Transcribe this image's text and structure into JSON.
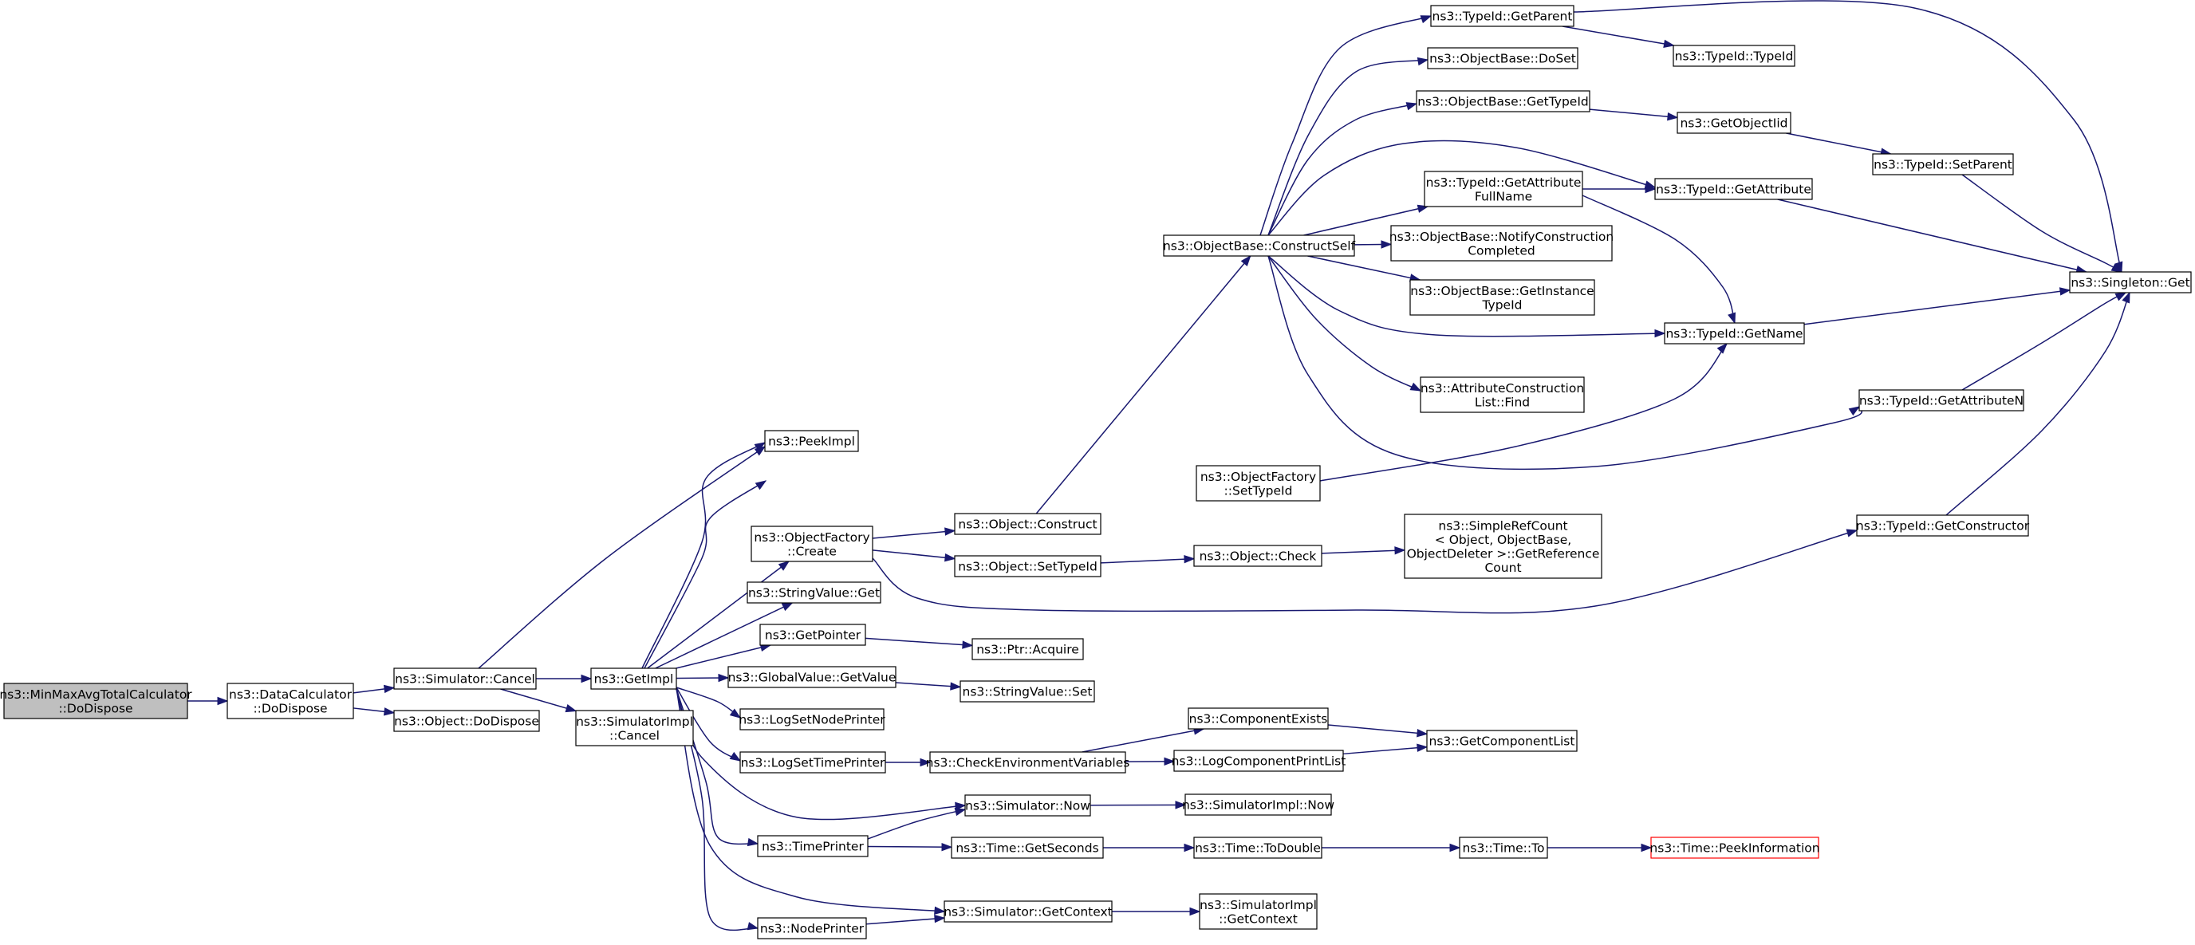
{
  "nodes": {
    "root": [
      "ns3::MinMaxAvgTotalCalculator",
      "::DoDispose"
    ],
    "dc_dodispose": [
      "ns3::DataCalculator",
      "::DoDispose"
    ],
    "sim_cancel": [
      "ns3::Simulator::Cancel"
    ],
    "obj_dodispose": [
      "ns3::Object::DoDispose"
    ],
    "getimpl": [
      "ns3::GetImpl"
    ],
    "simimpl_cancel": [
      "ns3::SimulatorImpl",
      "::Cancel"
    ],
    "peekimpl": [
      "ns3::PeekImpl"
    ],
    "objfactory_create": [
      "ns3::ObjectFactory",
      "::Create"
    ],
    "stringvalue_get": [
      "ns3::StringValue::Get"
    ],
    "getpointer": [
      "ns3::GetPointer"
    ],
    "globalvalue_getvalue": [
      "ns3::GlobalValue::GetValue"
    ],
    "logsetnodeprinter": [
      "ns3::LogSetNodePrinter"
    ],
    "logsettimeprinter": [
      "ns3::LogSetTimePrinter"
    ],
    "timeprinter": [
      "ns3::TimePrinter"
    ],
    "nodeprinter": [
      "ns3::NodePrinter"
    ],
    "object_construct": [
      "ns3::Object::Construct"
    ],
    "object_settypeid": [
      "ns3::Object::SetTypeId"
    ],
    "ptr_acquire": [
      "ns3::Ptr::Acquire"
    ],
    "stringvalue_set": [
      "ns3::StringValue::Set"
    ],
    "checkenv": [
      "ns3::CheckEnvironmentVariables"
    ],
    "simulator_now": [
      "ns3::Simulator::Now"
    ],
    "time_getseconds": [
      "ns3::Time::GetSeconds"
    ],
    "simulator_getcontext": [
      "ns3::Simulator::GetContext"
    ],
    "objfactory_settypeid": [
      "ns3::ObjectFactory",
      "::SetTypeId"
    ],
    "objectbase_constructself": [
      "ns3::ObjectBase::ConstructSelf"
    ],
    "object_check": [
      "ns3::Object::Check"
    ],
    "componentexists": [
      "ns3::ComponentExists"
    ],
    "logcomponentprintlist": [
      "ns3::LogComponentPrintList"
    ],
    "simulatorimpl_now": [
      "ns3::SimulatorImpl::Now"
    ],
    "time_todouble": [
      "ns3::Time::ToDouble"
    ],
    "simulatorimpl_getcontext": [
      "ns3::SimulatorImpl",
      "::GetContext"
    ],
    "typeid_getparent": [
      "ns3::TypeId::GetParent"
    ],
    "objectbase_doset": [
      "ns3::ObjectBase::DoSet"
    ],
    "objectbase_gettypeid": [
      "ns3::ObjectBase::GetTypeId"
    ],
    "typeid_getattributefullname": [
      "ns3::TypeId::GetAttribute",
      "FullName"
    ],
    "objectbase_notifyconstructioncompleted": [
      "ns3::ObjectBase::NotifyConstruction",
      "Completed"
    ],
    "objectbase_getinstancetypeid": [
      "ns3::ObjectBase::GetInstance",
      "TypeId"
    ],
    "attributeconstructionlist_find": [
      "ns3::AttributeConstruction",
      "List::Find"
    ],
    "simplerefcount": [
      "ns3::SimpleRefCount",
      "< Object, ObjectBase,",
      " ObjectDeleter >::GetReference",
      "Count"
    ],
    "getcomponentlist": [
      "ns3::GetComponentList"
    ],
    "time_to": [
      "ns3::Time::To"
    ],
    "typeid_typeid": [
      "ns3::TypeId::TypeId"
    ],
    "getobjectiid": [
      "ns3::GetObjectIid"
    ],
    "typeid_getattribute": [
      "ns3::TypeId::GetAttribute"
    ],
    "typeid_getname": [
      "ns3::TypeId::GetName"
    ],
    "time_peekinformation": [
      "ns3::Time::PeekInformation"
    ],
    "typeid_setparent": [
      "ns3::TypeId::SetParent"
    ],
    "typeid_getattributen": [
      "ns3::TypeId::GetAttributeN"
    ],
    "typeid_getconstructor": [
      "ns3::TypeId::GetConstructor"
    ],
    "singleton_get": [
      "ns3::Singleton::Get"
    ]
  },
  "edges": [
    [
      "root",
      "dc_dodispose"
    ],
    [
      "dc_dodispose",
      "sim_cancel"
    ],
    [
      "dc_dodispose",
      "obj_dodispose"
    ],
    [
      "sim_cancel",
      "getimpl"
    ],
    [
      "sim_cancel",
      "simimpl_cancel"
    ],
    [
      "sim_cancel",
      "peekimpl"
    ],
    [
      "getimpl",
      "peekimpl"
    ],
    [
      "getimpl",
      "objfactory_create"
    ],
    [
      "getimpl",
      "stringvalue_get"
    ],
    [
      "getimpl",
      "getpointer"
    ],
    [
      "getimpl",
      "globalvalue_getvalue"
    ],
    [
      "getimpl",
      "logsetnodeprinter"
    ],
    [
      "getimpl",
      "logsettimeprinter"
    ],
    [
      "getimpl",
      "timeprinter"
    ],
    [
      "getimpl",
      "nodeprinter"
    ],
    [
      "getimpl",
      "objfactory_settypeid"
    ],
    [
      "getimpl",
      "simulator_now"
    ],
    [
      "getimpl",
      "simulator_getcontext"
    ],
    [
      "objfactory_create",
      "object_construct"
    ],
    [
      "objfactory_create",
      "object_settypeid"
    ],
    [
      "objfactory_create",
      "typeid_getconstructor"
    ],
    [
      "object_construct",
      "objectbase_constructself"
    ],
    [
      "object_settypeid",
      "object_check"
    ],
    [
      "object_check",
      "simplerefcount"
    ],
    [
      "getpointer",
      "ptr_acquire"
    ],
    [
      "globalvalue_getvalue",
      "stringvalue_set"
    ],
    [
      "logsettimeprinter",
      "checkenv"
    ],
    [
      "checkenv",
      "componentexists"
    ],
    [
      "checkenv",
      "logcomponentprintlist"
    ],
    [
      "componentexists",
      "getcomponentlist"
    ],
    [
      "logcomponentprintlist",
      "getcomponentlist"
    ],
    [
      "timeprinter",
      "simulator_now"
    ],
    [
      "timeprinter",
      "time_getseconds"
    ],
    [
      "simulator_now",
      "simulatorimpl_now"
    ],
    [
      "time_getseconds",
      "time_todouble"
    ],
    [
      "time_todouble",
      "time_to"
    ],
    [
      "time_to",
      "time_peekinformation"
    ],
    [
      "nodeprinter",
      "simulator_getcontext"
    ],
    [
      "simulator_getcontext",
      "simulatorimpl_getcontext"
    ],
    [
      "objfactory_settypeid",
      "typeid_getname"
    ],
    [
      "objectbase_constructself",
      "typeid_getparent"
    ],
    [
      "objectbase_constructself",
      "objectbase_doset"
    ],
    [
      "objectbase_constructself",
      "objectbase_gettypeid"
    ],
    [
      "objectbase_constructself",
      "typeid_getattribute"
    ],
    [
      "objectbase_constructself",
      "typeid_getattributefullname"
    ],
    [
      "objectbase_constructself",
      "objectbase_notifyconstructioncompleted"
    ],
    [
      "objectbase_constructself",
      "objectbase_getinstancetypeid"
    ],
    [
      "objectbase_constructself",
      "typeid_getname"
    ],
    [
      "objectbase_constructself",
      "attributeconstructionlist_find"
    ],
    [
      "objectbase_constructself",
      "typeid_getattributen"
    ],
    [
      "typeid_getparent",
      "typeid_typeid"
    ],
    [
      "typeid_getparent",
      "singleton_get"
    ],
    [
      "objectbase_gettypeid",
      "getobjectiid"
    ],
    [
      "getobjectiid",
      "typeid_setparent"
    ],
    [
      "typeid_setparent",
      "singleton_get"
    ],
    [
      "typeid_getattributefullname",
      "typeid_getattribute"
    ],
    [
      "typeid_getattributefullname",
      "typeid_getname"
    ],
    [
      "typeid_getattribute",
      "singleton_get"
    ],
    [
      "typeid_getname",
      "singleton_get"
    ],
    [
      "typeid_getattributen",
      "singleton_get"
    ],
    [
      "typeid_getconstructor",
      "singleton_get"
    ]
  ],
  "colors": {
    "edge": "#191970",
    "root_fill": "#bfbfbf",
    "highlight_border": "#ff0000"
  }
}
